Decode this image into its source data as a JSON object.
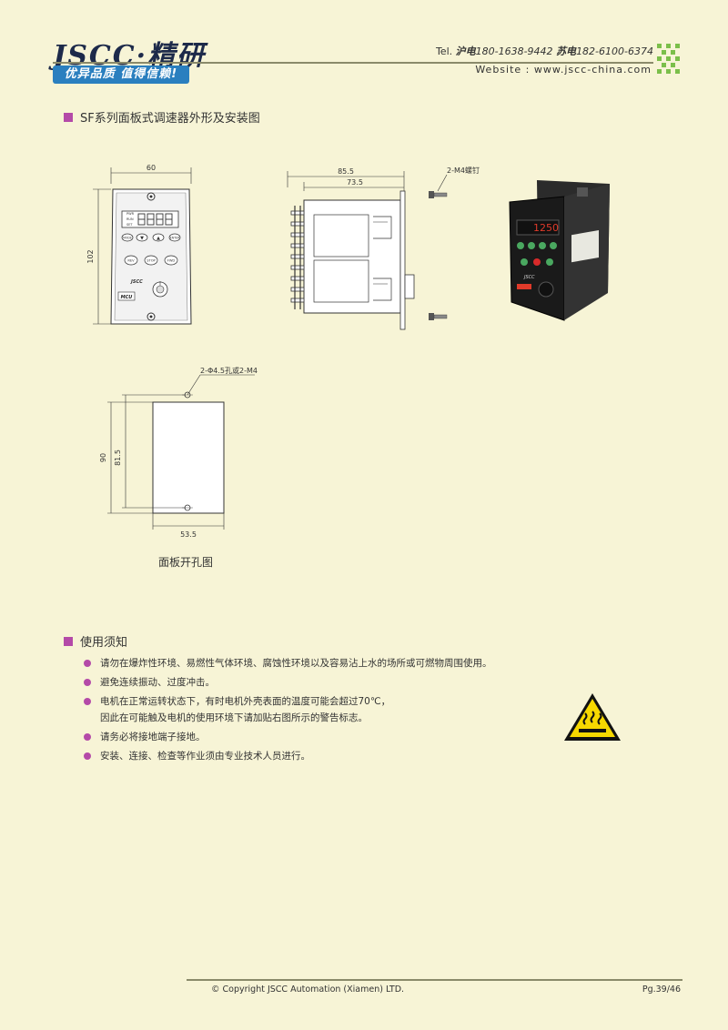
{
  "header": {
    "logo": "JSCC·精研",
    "slogan": "优异品质 值得信赖!",
    "tel_label": "Tel.",
    "tel_sh_label": "沪电",
    "tel_sh": "180-1638-9442",
    "tel_su_label": "苏电",
    "tel_su": "182-6100-6374",
    "website_label": "Website :",
    "website": "www.jscc-china.com"
  },
  "section1": {
    "title": "SF系列面板式调速器外形及安装图",
    "front": {
      "width": "60",
      "height": "102",
      "buttons": [
        "MODE",
        "▼",
        "▲",
        "ENTER",
        "REV",
        "STOP",
        "FWD"
      ],
      "indicators": [
        "PWR",
        "RUN",
        "SET"
      ],
      "brand": "JSCC",
      "badge": "MCU"
    },
    "side": {
      "dim_outer": "85.5",
      "dim_inner": "73.5",
      "screw": "2-M4螺钉"
    },
    "photo": {
      "display": "1250",
      "brand": "JSCC"
    },
    "cutout": {
      "hole": "2-Φ4.5孔或2-M4",
      "h_outer": "90",
      "h_inner": "81.5",
      "width": "53.5",
      "caption": "面板开孔图"
    }
  },
  "section2": {
    "title": "使用须知",
    "notes": [
      "请勿在爆炸性环境、易燃性气体环境、腐蚀性环境以及容易沾上水的场所或可燃物周围使用。",
      "避免连续振动、过度冲击。",
      "电机在正常运转状态下，有时电机外壳表面的温度可能会超过70℃，",
      "因此在可能触及电机的使用环境下请加贴右图所示的警告标志。",
      "请务必将接地端子接地。",
      "安装、连接、检查等作业须由专业技术人员进行。"
    ]
  },
  "footer": {
    "copyright": "© Copyright JSCC Automation (Xiamen) LTD.",
    "page": "Pg.39/46"
  }
}
